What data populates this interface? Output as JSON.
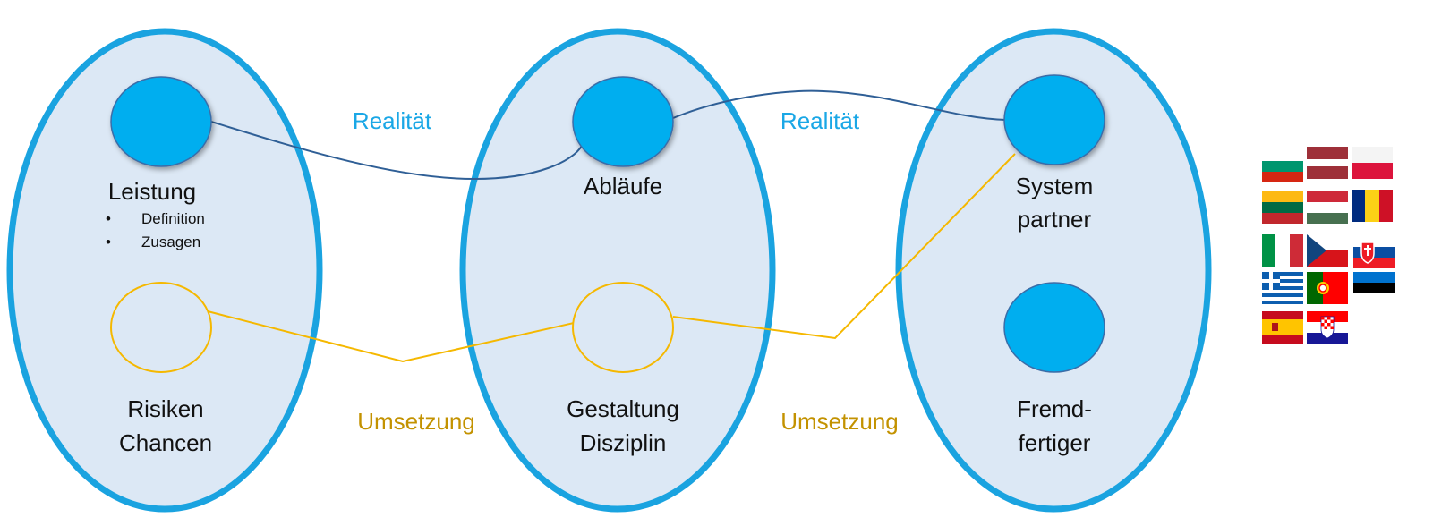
{
  "groups": [
    {
      "title": "Leistung",
      "bullets": [
        "Definition",
        "Zusagen"
      ],
      "bottom_lines": [
        "Risiken",
        "Chancen"
      ]
    },
    {
      "title": "Abläufe",
      "bottom_lines": [
        "Gestaltung",
        "Disziplin"
      ]
    },
    {
      "title_lines": [
        "System",
        "partner"
      ],
      "bottom_lines": [
        "Fremd-",
        "fertiger"
      ]
    }
  ],
  "connectors": {
    "top_label": "Realität",
    "bottom_label": "Umsetzung"
  },
  "colors": {
    "ellipse_fill": "#dce8f5",
    "ellipse_border": "#1aa3e0",
    "node_fill": "#00aeef",
    "top_line": "#2f5f96",
    "bottom_line": "#f5b800",
    "top_label": "#1aa7e6",
    "bottom_label": "#c39200"
  },
  "flags": [
    "bulgaria-flag",
    "latvia-flag",
    "poland-flag",
    "lithuania-flag",
    "hungary-flag",
    "romania-flag",
    "italy-flag",
    "czech-flag",
    "slovakia-flag",
    "greece-flag",
    "portugal-flag",
    "estonia-flag",
    "spain-flag",
    "croatia-flag"
  ]
}
